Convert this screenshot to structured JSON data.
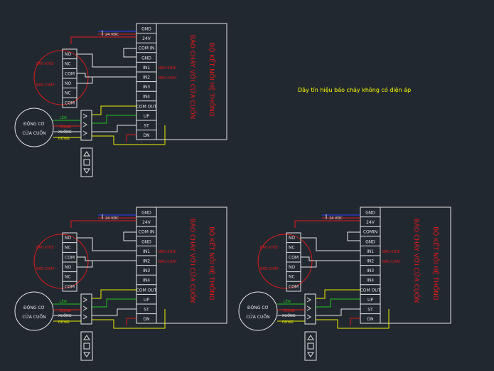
{
  "caption": "Dây tín hiệu báo cháy không có điện áp",
  "dc_label": "24 VDC",
  "board_title_1": "BỘ KẾT NỐI HỆ THỐNG",
  "board_title_2": "BÁO CHÁY VỚI CỬA CUỐN",
  "terminals_a": [
    "GND",
    "24V",
    "COM IN",
    "GND",
    "IN1",
    "IN2",
    "IN3",
    "IN4",
    "COM OUT",
    "UP",
    "ST",
    "DN"
  ],
  "terminals_c": [
    "GND",
    "24V",
    "COMIN",
    "GND",
    "IN1",
    "IN2",
    "IN3",
    "IN4",
    "COM OUT",
    "UP",
    "ST",
    "DN"
  ],
  "relay_contacts": [
    "NO",
    "NC",
    "COM",
    "NO",
    "NC",
    "COM"
  ],
  "smoke_label": "BÁO KHÓI",
  "fire_label": "BÁO CHÁY",
  "motor_line1": "ĐỘNG CƠ",
  "motor_line2": "CỬA CUỐN",
  "wire_up": "LÊN",
  "wire_stop": "DỪNG",
  "wire_down": "XUỐNG",
  "colors": {
    "background": "#212830",
    "red": "#e41a1a",
    "white": "#e6e6e6",
    "yellow": "#f0f000",
    "green": "#1ec81e",
    "blue": "#2d3cff",
    "caption": "#ffff00"
  }
}
